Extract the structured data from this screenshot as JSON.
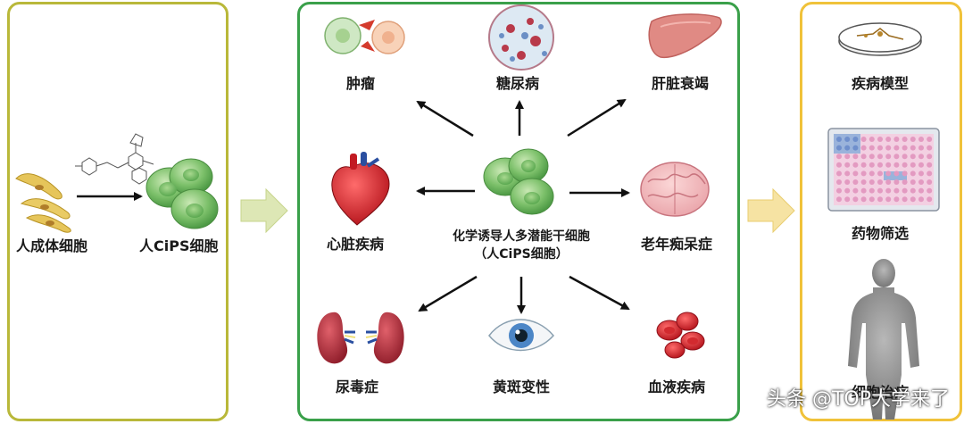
{
  "left_panel": {
    "source_label": "人成体细胞",
    "target_label": "人CiPS细胞"
  },
  "center_panel": {
    "center_label_line1": "化学诱导人多潜能干细胞",
    "center_label_line2": "（人CiPS细胞）",
    "diseases": {
      "tumor": "肿瘤",
      "diabetes": "糖尿病",
      "liver_failure": "肝脏衰竭",
      "heart_disease": "心脏疾病",
      "dementia": "老年痴呆症",
      "uremia": "尿毒症",
      "macular_degeneration": "黄斑变性",
      "blood_disease": "血液疾病"
    }
  },
  "right_panel": {
    "disease_model": "疾病模型",
    "drug_screening": "药物筛选",
    "cell_therapy": "细胞治疗"
  },
  "watermark": "头条 @TOP大学来了",
  "colors": {
    "left_border": "#b9b83a",
    "center_border": "#3aa04a",
    "right_border": "#f0c23a",
    "cell_green": "#7cc06a",
    "arrow_big_left": "#dde7b5",
    "arrow_big_right": "#f6e3a3"
  }
}
